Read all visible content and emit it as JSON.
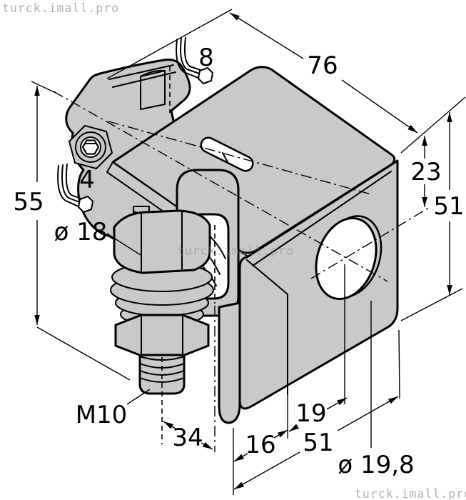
{
  "watermarks": {
    "top_left": "turck.imall.pro",
    "center": "turck.imall.pro",
    "bottom_right": "turck.imall.pro"
  },
  "drawing": {
    "type": "isometric technical drawing",
    "subject": "Mounting bracket with swivel clamp and M10 threaded stud",
    "colors": {
      "background": "#ffffff",
      "part_fill": "#c9c9c9",
      "line": "#000000",
      "watermark": "#b2b2b2"
    },
    "dimensions": {
      "top_width": "76",
      "hole_center_from_top": "23",
      "side_height": "51",
      "clamp_stud_height": "55",
      "hex_key_clamp_bolt": "8",
      "hex_key_socket_screw": "4",
      "washer_diameter": "ø 18",
      "stud_thread": "M10",
      "stud_center_to_plate": "34",
      "plate_offset": "16",
      "hole_center_offset": "19",
      "bottom_width": "51",
      "hole_diameter": "ø 19,8"
    }
  }
}
